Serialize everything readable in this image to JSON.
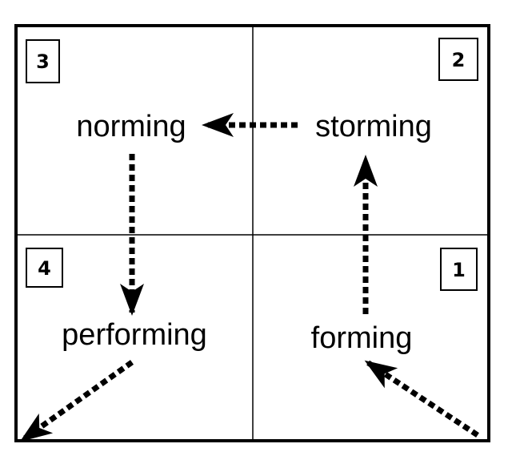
{
  "diagram": {
    "stages": [
      {
        "number": "1",
        "label": "forming"
      },
      {
        "number": "2",
        "label": "storming"
      },
      {
        "number": "3",
        "label": "norming"
      },
      {
        "number": "4",
        "label": "performing"
      }
    ],
    "colors": {
      "line": "#000000",
      "background": "#ffffff"
    }
  }
}
